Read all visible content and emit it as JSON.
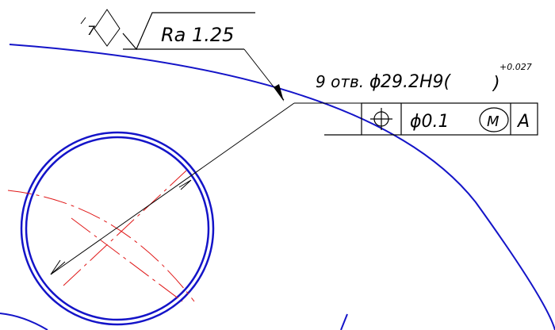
{
  "colors": {
    "background": "#ffffff",
    "contour": "#1414c8",
    "centerline": "#e01818",
    "annotation": "#000000"
  },
  "roughness": {
    "note_number": "7",
    "value": "Ra 1.25"
  },
  "callout": {
    "prefix": "9 отв.",
    "diameter_symbol": "ϕ",
    "size": "29.2H9(",
    "tolerance_upper": "+0.027",
    "close_paren": ")"
  },
  "feature_control_frame": {
    "symbol": "position-icon",
    "tolerance": "ϕ0.1",
    "modifier": "M",
    "datum": "A"
  }
}
